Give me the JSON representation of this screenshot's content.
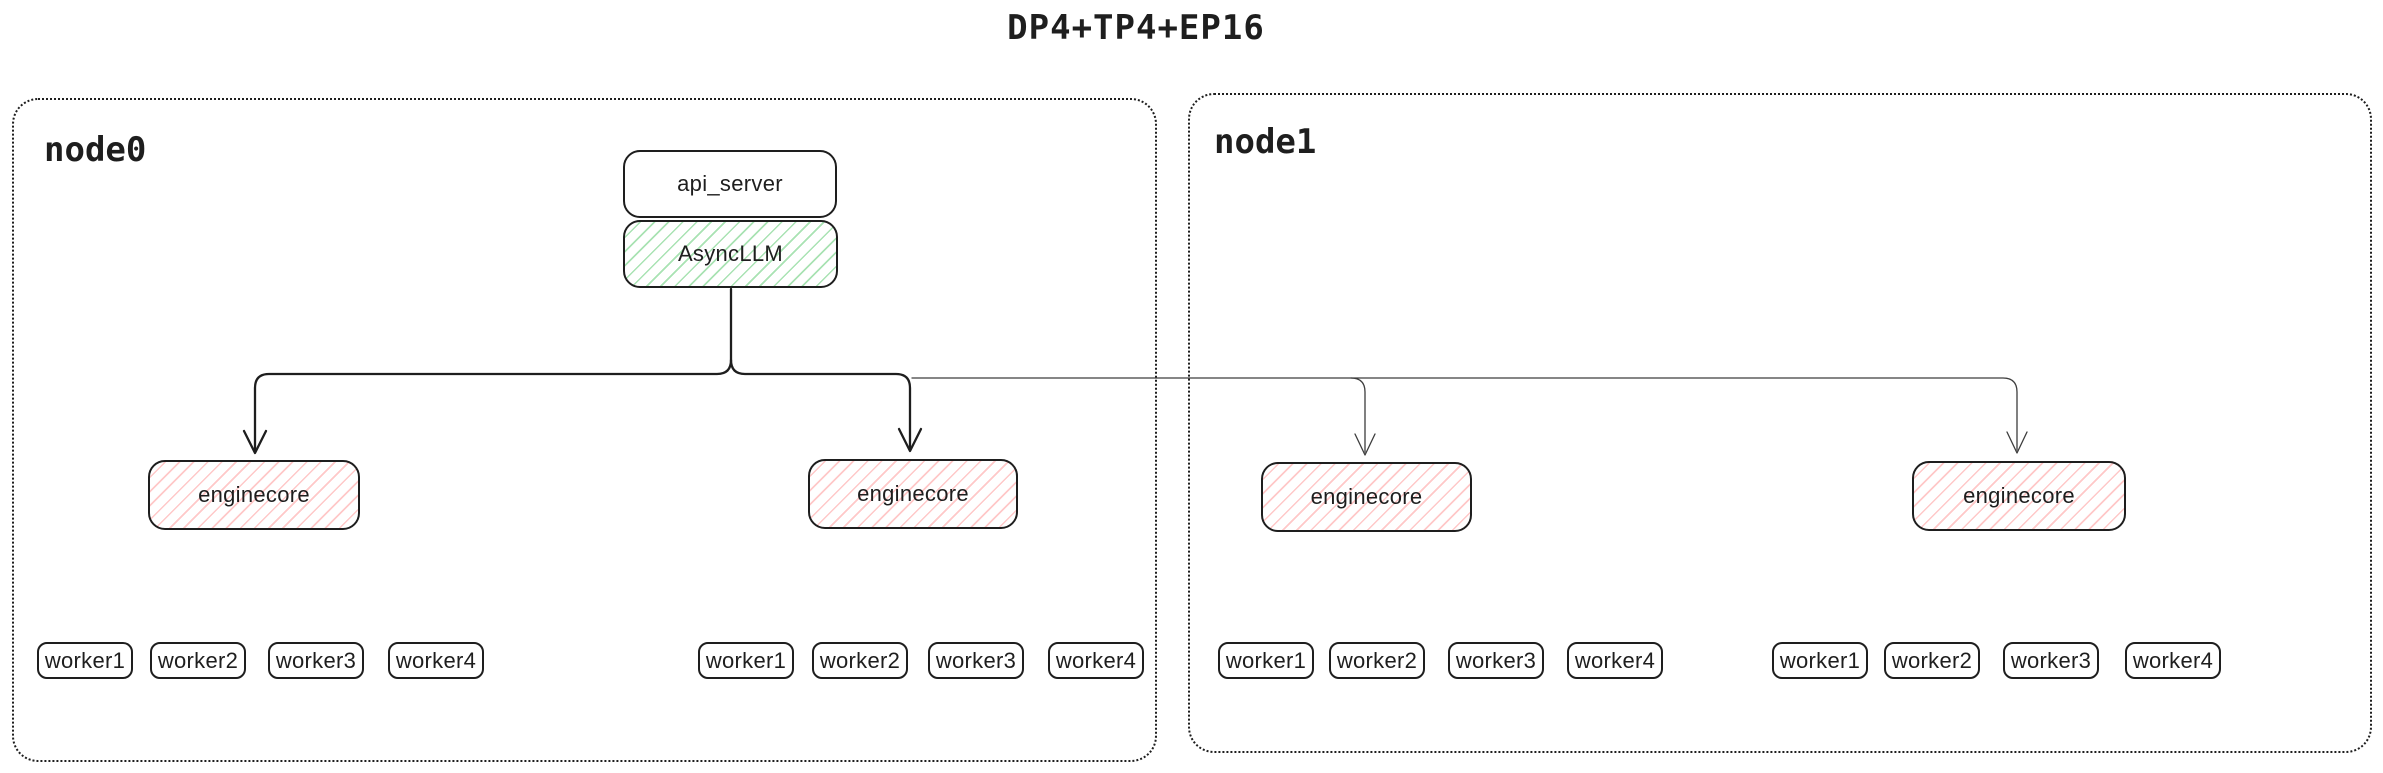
{
  "title": "DP4+TP4+EP16",
  "colors": {
    "ink": "#1e1e1e",
    "green_hatch": "#40c057",
    "red_hatch": "#ff6e6e",
    "thin_connector": "#3d3d3d",
    "background": "#ffffff"
  },
  "nodes": [
    {
      "label": "node0",
      "api_server": "api_server",
      "async_llm": "AsyncLLM",
      "enginecores": [
        {
          "label": "enginecore",
          "workers": [
            "worker1",
            "worker2",
            "worker3",
            "worker4"
          ]
        },
        {
          "label": "enginecore",
          "workers": [
            "worker1",
            "worker2",
            "worker3",
            "worker4"
          ]
        }
      ]
    },
    {
      "label": "node1",
      "enginecores": [
        {
          "label": "enginecore",
          "workers": [
            "worker1",
            "worker2",
            "worker3",
            "worker4"
          ]
        },
        {
          "label": "enginecore",
          "workers": [
            "worker1",
            "worker2",
            "worker3",
            "worker4"
          ]
        }
      ]
    }
  ]
}
